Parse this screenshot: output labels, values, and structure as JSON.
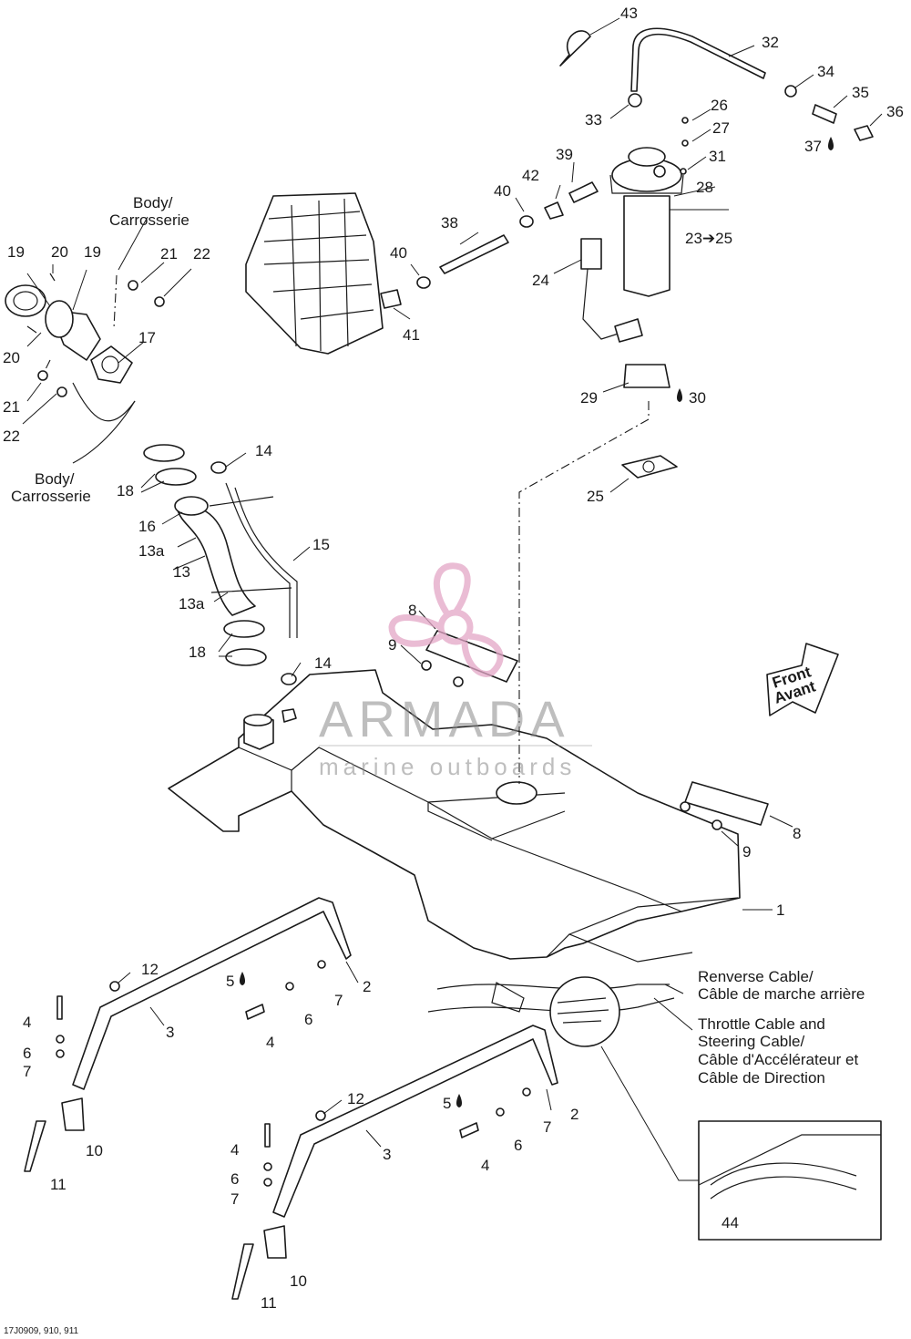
{
  "callouts": {
    "n1": "1",
    "n2a": "2",
    "n2b": "2",
    "n3a": "3",
    "n3b": "3",
    "n4a": "4",
    "n4b": "4",
    "n4c": "4",
    "n4d": "4",
    "n5a": "5",
    "n5b": "5",
    "n6a": "6",
    "n6b": "6",
    "n6c": "6",
    "n6d": "6",
    "n7a": "7",
    "n7b": "7",
    "n7c": "7",
    "n7d": "7",
    "n8a": "8",
    "n8b": "8",
    "n9a": "9",
    "n9b": "9",
    "n10a": "10",
    "n10b": "10",
    "n11a": "11",
    "n11b": "11",
    "n12a": "12",
    "n12b": "12",
    "n13": "13",
    "n13a1": "13a",
    "n13a2": "13a",
    "n14a": "14",
    "n14b": "14",
    "n15": "15",
    "n16": "16",
    "n17": "17",
    "n18a": "18",
    "n18b": "18",
    "n19a": "19",
    "n19b": "19",
    "n20a": "20",
    "n20b": "20",
    "n21a": "21",
    "n21b": "21",
    "n22a": "22",
    "n22b": "22",
    "n23": "23➔25",
    "n24": "24",
    "n25": "25",
    "n26": "26",
    "n27": "27",
    "n28": "28",
    "n29": "29",
    "n30": "30",
    "n31": "31",
    "n32": "32",
    "n33": "33",
    "n34": "34",
    "n35": "35",
    "n36": "36",
    "n37": "37",
    "n38": "38",
    "n39": "39",
    "n40a": "40",
    "n40b": "40",
    "n41": "41",
    "n42": "42",
    "n43": "43",
    "n44": "44"
  },
  "labels": {
    "body_top_1": "Body/",
    "body_top_2": "Carrosserie",
    "body_left_1": "Body/",
    "body_left_2": "Carrosserie",
    "reverse_1": "Renverse Cable/",
    "reverse_2": "Câble de marche arrière",
    "throttle_1": "Throttle Cable and",
    "throttle_2": "Steering Cable/",
    "throttle_3": "Câble d'Accélérateur et",
    "throttle_4": "Câble de Direction",
    "front_1": "Front",
    "front_2": "Avant"
  },
  "watermark": {
    "brand": "ARMADA",
    "tagline": "marine outboards"
  },
  "footer": {
    "code": "17J0909, 910, 911"
  },
  "colors": {
    "ink": "#1a1a1a",
    "watermark_pink": "#e3a6c6",
    "watermark_gray": "#8a8a8a"
  }
}
